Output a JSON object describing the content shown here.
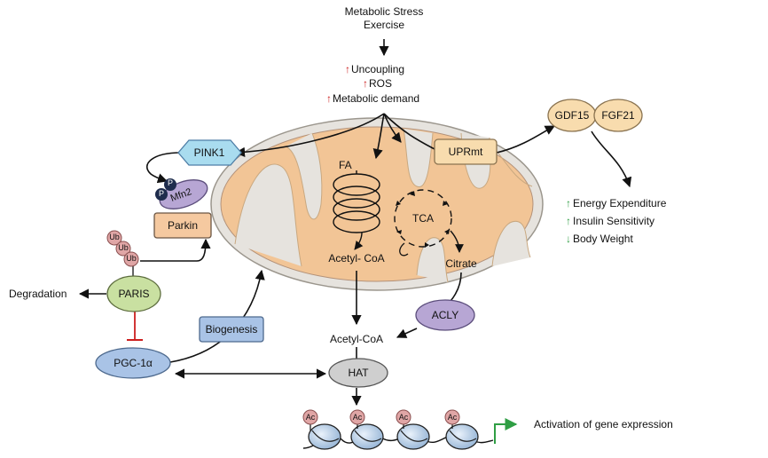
{
  "stimulus": {
    "line1": "Metabolic Stress",
    "line2": "Exercise"
  },
  "effects": {
    "uncoupling": "Uncoupling",
    "ros": "ROS",
    "demand": "Metabolic demand"
  },
  "nodes": {
    "pink1": "PINK1",
    "mfn2": "Mfn2",
    "phospho": "P",
    "parkin": "Parkin",
    "ub": "Ub",
    "paris": "PARIS",
    "degradation": "Degradation",
    "pgc1a": "PGC-1α",
    "biogenesis": "Biogenesis",
    "uprmt": "UPRmt",
    "gdf15": "GDF15",
    "fgf21": "FGF21",
    "fa": "FA",
    "tca": "TCA",
    "acetyl_coa_mito": "Acetyl- CoA",
    "citrate": "Citrate",
    "acly": "ACLY",
    "acetyl_coa_cyto": "Acetyl-CoA",
    "hat": "HAT",
    "ac": "Ac",
    "activation": "Activation of gene expression"
  },
  "outcomes": [
    "Energy Expenditure",
    "Insulin Sensitivity",
    "Body Weight"
  ],
  "colors": {
    "pink1": "#a9dcef",
    "mfn2": "#b7a6d4",
    "parkin": "#f5c9a0",
    "paris": "#c9e0a1",
    "pgc1a": "#a9c3e6",
    "biogenesis": "#a9c3e6",
    "uprmt": "#f8dcae",
    "gdf15": "#f8dcae",
    "hat": "#cfcfcf",
    "acly": "#b7a6d4",
    "ub": "#e0a6a6",
    "mito": "#f2c596",
    "inhibition": "#cc1f1f",
    "increase": "#cc1f1f",
    "green": "#2f9e44"
  }
}
